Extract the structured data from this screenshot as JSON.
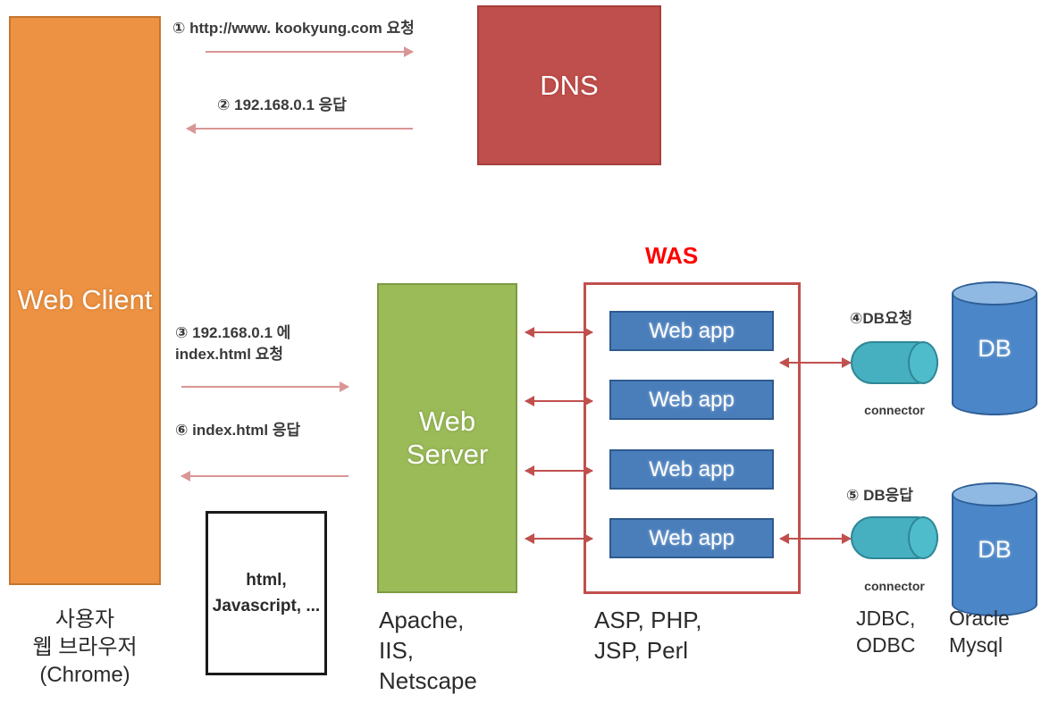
{
  "diagram": {
    "title": "Web Client / DNS / Web Server / WAS / DB architecture flow",
    "colors": {
      "client": "#ED9242",
      "dns": "#BF4F4C",
      "web_server": "#9BBB59",
      "was_frame": "#C0504D",
      "web_app": "#4A7EBB",
      "connector": "#46B0C0",
      "db": "#4A86C8",
      "arrow": "#D99694",
      "was_title": "#FF0000"
    }
  },
  "nodes": {
    "client": {
      "label": "Web\nClient",
      "caption": "사용자\n웹 브라우저\n(Chrome)"
    },
    "dns": {
      "label": "DNS"
    },
    "web_server": {
      "label": "Web\nServer",
      "caption": "Apache,\nIIS,\nNetscape"
    },
    "was": {
      "title": "WAS",
      "caption": "ASP, PHP,\nJSP, Perl"
    },
    "web_apps": [
      {
        "label": "Web app"
      },
      {
        "label": "Web app"
      },
      {
        "label": "Web app"
      },
      {
        "label": "Web app"
      }
    ],
    "artifacts_box": {
      "label": "html,\nJavascript,\n..."
    },
    "connectors": [
      {
        "label": "connector"
      },
      {
        "label": "connector"
      }
    ],
    "databases": [
      {
        "label": "DB"
      },
      {
        "label": "DB"
      }
    ],
    "db_driver_caption": "JDBC,\nODBC",
    "db_vendor_caption": "Oracle\nMysql"
  },
  "flows": [
    {
      "id": "1",
      "label": "① http://www. kookyung.com 요청",
      "direction": "right"
    },
    {
      "id": "2",
      "label": "② 192.168.0.1 응답",
      "direction": "left"
    },
    {
      "id": "3",
      "label": "③ 192.168.0.1 에\nindex.html 요청",
      "direction": "right"
    },
    {
      "id": "6",
      "label": "⑥ index.html 응답",
      "direction": "left"
    },
    {
      "id": "4",
      "label": "④DB요청",
      "direction": "right"
    },
    {
      "id": "5",
      "label": "⑤ DB응답",
      "direction": "right"
    }
  ]
}
